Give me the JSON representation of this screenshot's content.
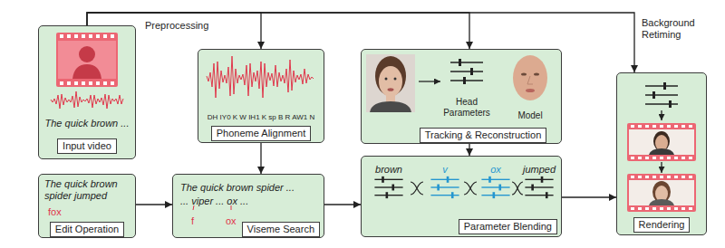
{
  "diagram": {
    "nodes": [
      {
        "text": [
          "The quick brown ...",
          "Input video"
        ]
      },
      {
        "text": [
          "DH IY0 K W IH1 K sp B R AW1 N",
          "Phoneme Alignment"
        ]
      },
      {
        "text": [
          "Head Parameters",
          "Model",
          "Tracking & Reconstruction"
        ]
      },
      {
        "text": [
          "Rendering"
        ]
      },
      {
        "text": [
          "The quick brown spider jumped",
          "fox",
          "Edit Operation"
        ]
      },
      {
        "text": [
          "The quick brown spider ...",
          "... viper ... ox ...",
          "f",
          "ox",
          "Viseme Search"
        ]
      },
      {
        "text": [
          "brown",
          "v",
          "ox",
          "jumped",
          "Parameter Blending"
        ]
      }
    ],
    "edges": [
      {
        "from": 0,
        "to": 1,
        "arrow": "to",
        "label": "Preprocessing"
      },
      {
        "from": 0,
        "to": 2,
        "arrow": "to"
      },
      {
        "from": 0,
        "to": 3,
        "arrow": "to",
        "label": "Background Retiming"
      },
      {
        "from": 4,
        "to": 5,
        "arrow": "to"
      },
      {
        "from": 1,
        "to": 5,
        "arrow": "to"
      },
      {
        "from": 5,
        "to": 6,
        "arrow": "to"
      },
      {
        "from": 2,
        "to": 6,
        "arrow": "to"
      },
      {
        "from": 6,
        "to": 3,
        "arrow": "to"
      }
    ]
  }
}
